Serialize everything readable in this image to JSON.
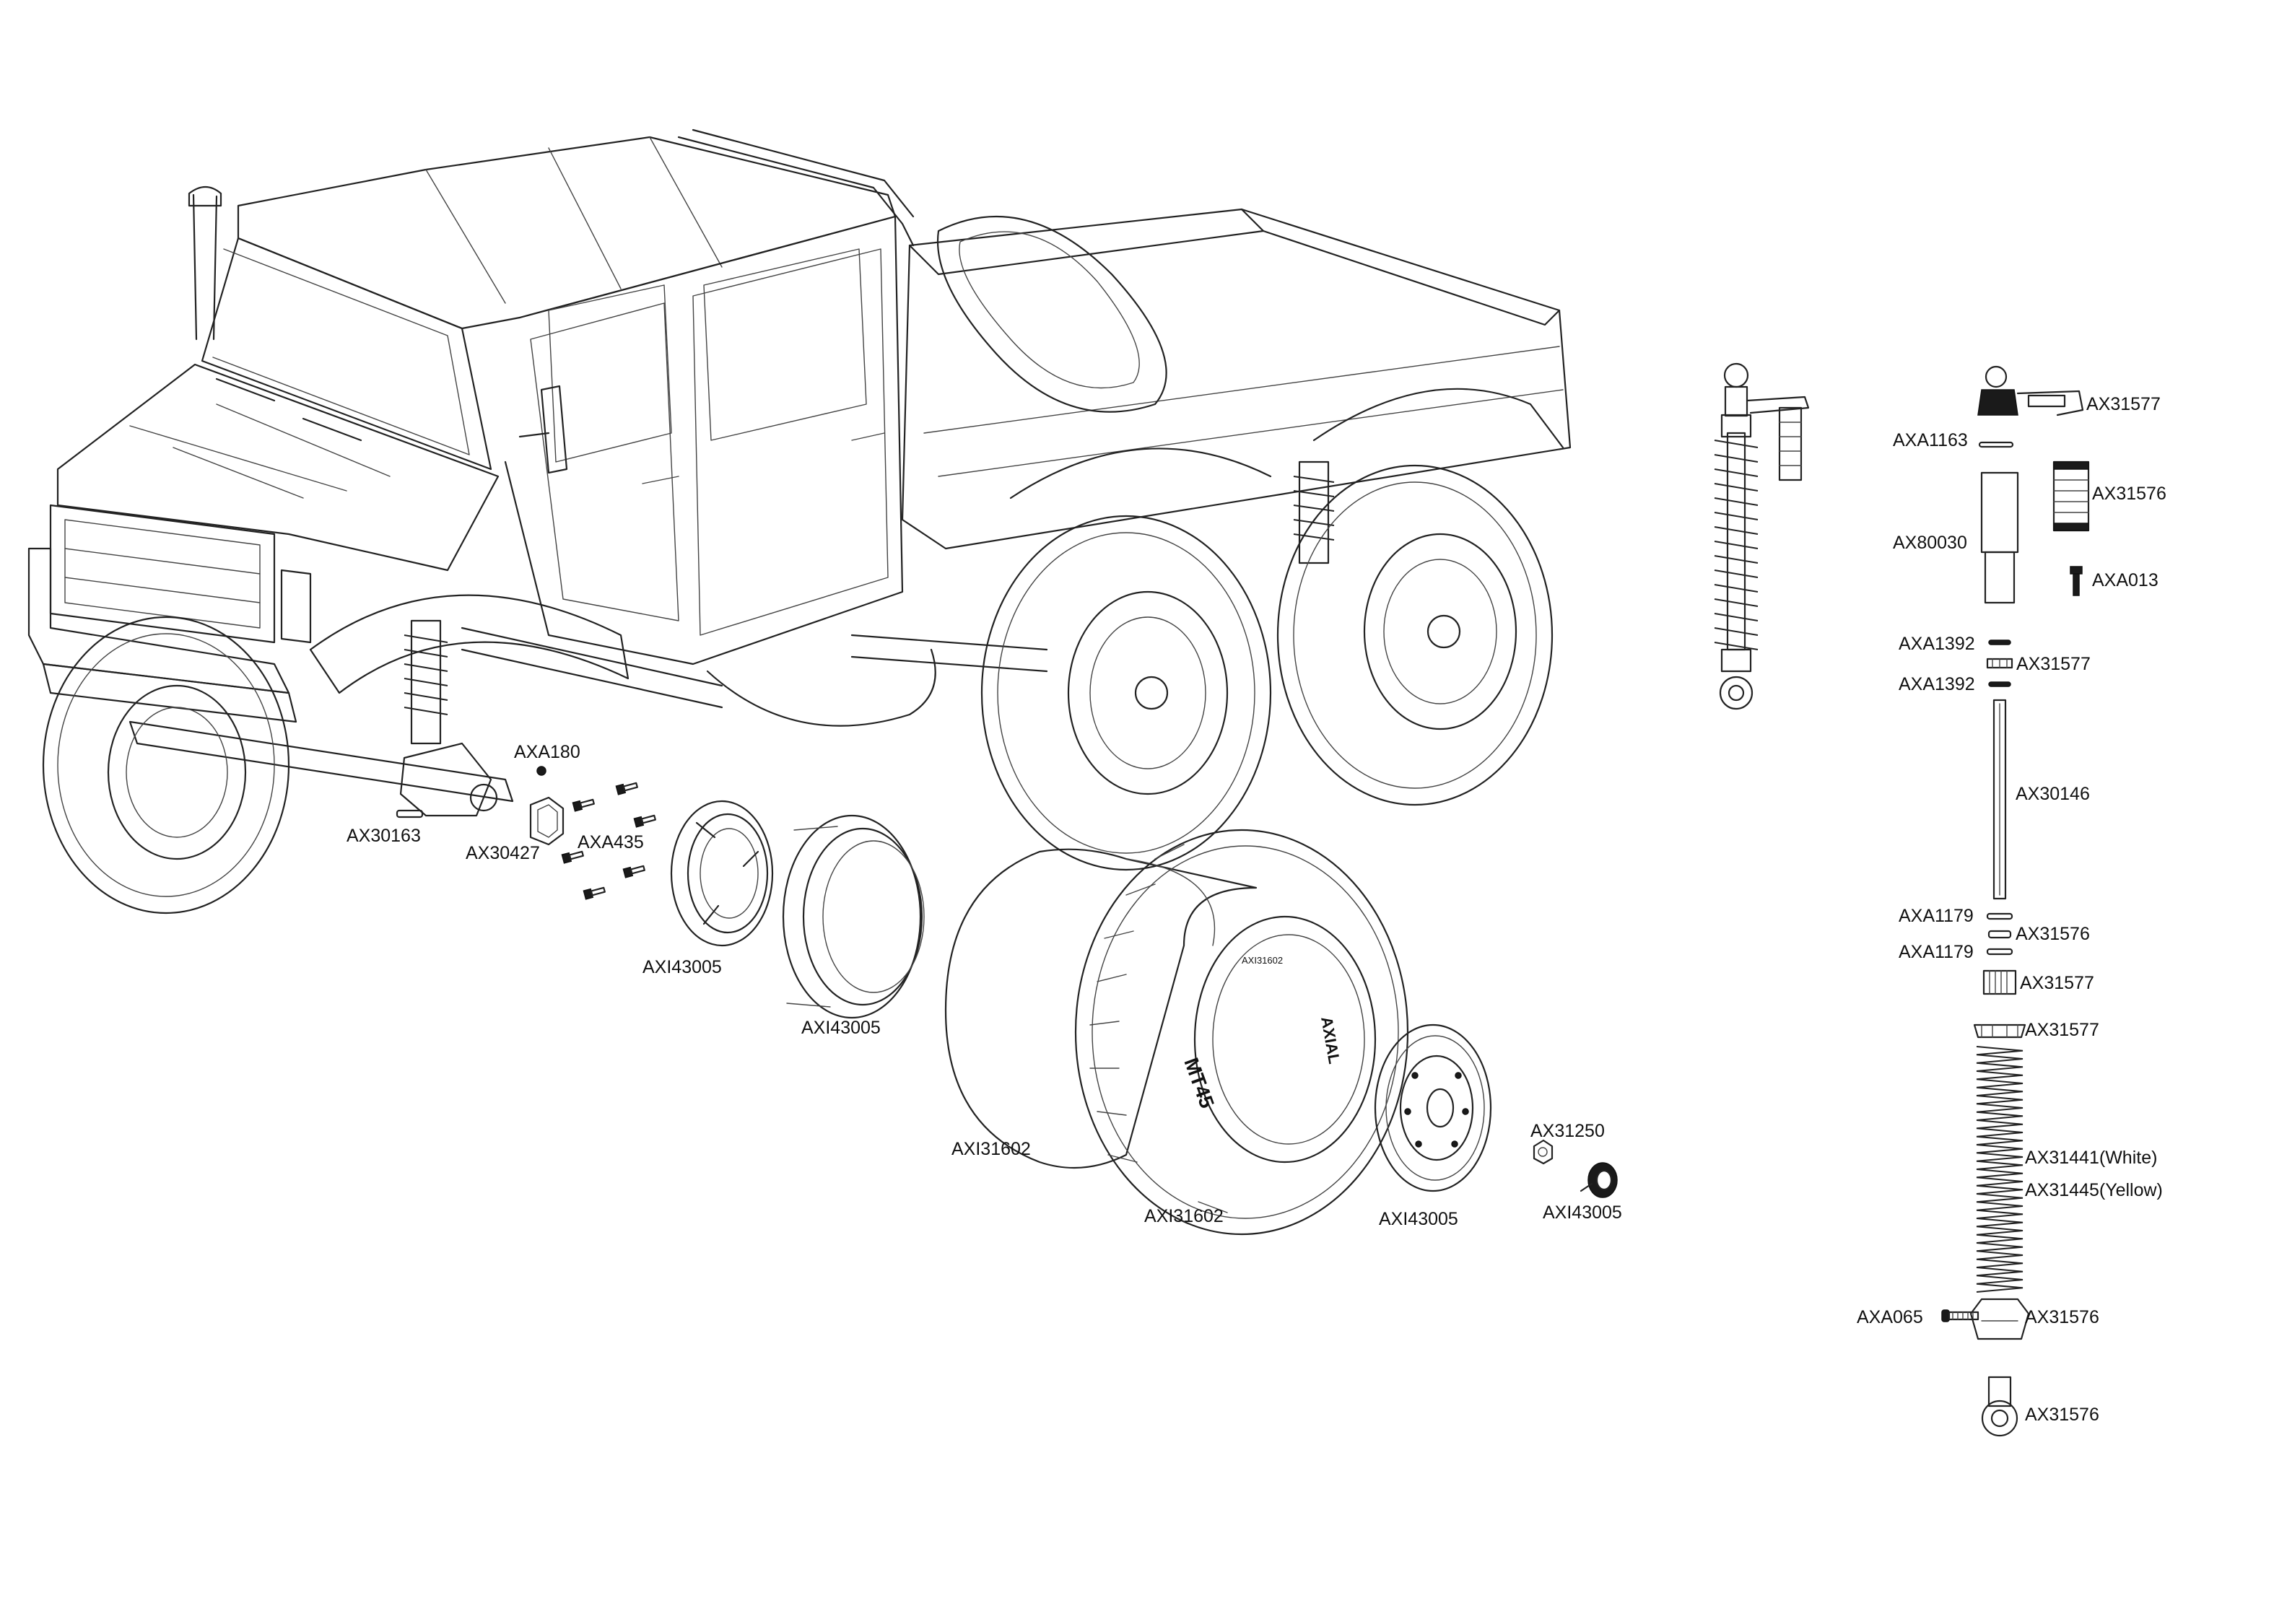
{
  "diagram": {
    "labels": {
      "axa180": "AXA180",
      "ax30163": "AX30163",
      "ax30427": "AX30427",
      "axa435": "AXA435",
      "beadlock_ring": "AXI43005",
      "inner_ring": "AXI43005",
      "foam_insert": "AXI31602",
      "tire": "AXI31602",
      "wheel_face": "AXI43005",
      "ax31250": "AX31250",
      "hub_cap": "AXI43005",
      "shock_top_cap": "AX31577",
      "shock_oring_top": "AXA1163",
      "shock_spacer": "AX31576",
      "shock_body": "AX80030",
      "shock_screw": "AXA013",
      "shock_oring_1": "AXA1392",
      "shock_bushing": "AX31577",
      "shock_oring_2": "AXA1392",
      "shock_shaft": "AX30146",
      "shock_oring_3": "AXA1179",
      "shock_piston": "AX31576",
      "shock_oring_4": "AXA1179",
      "shock_collar": "AX31577",
      "spring_top_retainer": "AX31577",
      "spring_white": "AX31441(White)",
      "spring_yellow": "AX31445(Yellow)",
      "shock_pin": "AXA065",
      "spring_lower_retainer": "AX31576",
      "shock_rod_end": "AX31576"
    },
    "tire_sidewall_text": [
      "MT45",
      "AXIAL",
      "AXI31602"
    ]
  }
}
